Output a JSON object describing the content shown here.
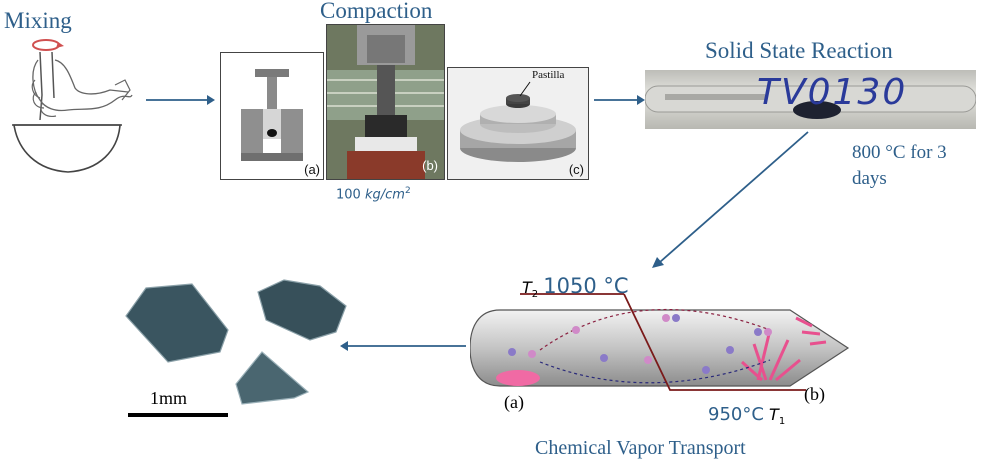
{
  "titles": {
    "mixing": "Mixing",
    "compaction": "Compaction",
    "solid_state": "Solid State Reaction",
    "cvt": "Chemical Vapor Transport"
  },
  "compaction": {
    "panel_a_label": "(a)",
    "panel_b_label": "(b)",
    "panel_c_label": "(c)",
    "pastilla_label": "Pastilla",
    "pressure_num": "100",
    "pressure_unit_base": "kg/cm",
    "pressure_unit_exp": "2"
  },
  "solid_state": {
    "tube_label": "TV0130",
    "condition": "800 °C for 3 days"
  },
  "cvt": {
    "t2_symbol": "T",
    "t2_sub": "2",
    "t2_value": "1050 °C",
    "t1_value": "950°C",
    "t1_symbol": "T",
    "t1_sub": "1",
    "label_a": "(a)",
    "label_b": "(b)"
  },
  "crystals": {
    "scale_label": "1mm"
  },
  "colors": {
    "title_blue": "#2e5f8a",
    "arrow": "#2e5f8a",
    "temp_line": "#7a1a1a",
    "crystal": "#3a5560",
    "pink": "#e0609a"
  }
}
